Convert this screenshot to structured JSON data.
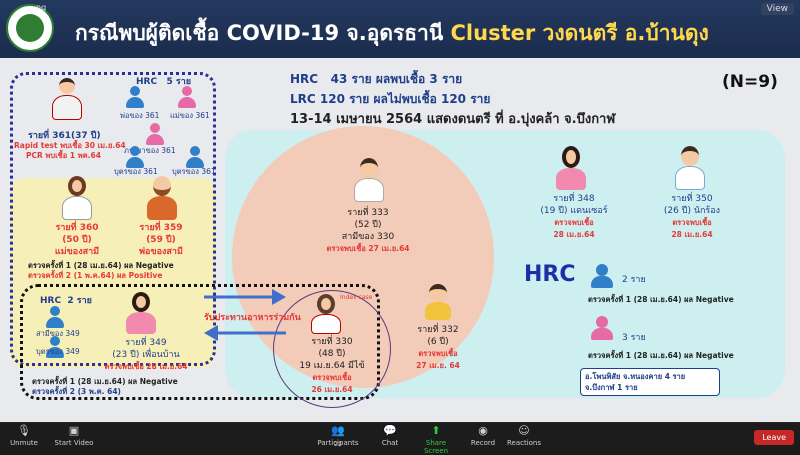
{
  "header": {
    "view_label": "View",
    "title_main": "กรณีพบผู้ติดเชื้อ COVID-19 จ.อุดรธานี",
    "title_cluster": "Cluster วงดนตรี อ.บ้านดุง",
    "small_label": "ng"
  },
  "info": {
    "line1": "HRC   43 ราย ผลพบเชื้อ 3 ราย",
    "line2": "LRC 120 ราย ผลไม่พบเชื้อ 120 ราย",
    "line3": "13-14 เมษายน 2564 แสดงดนตรี ที่ อ.บุ่งคล้า จ.บึงกาฬ",
    "n_label": "(N=9)"
  },
  "left_box": {
    "hrc_label": "HRC   5 ราย",
    "family": [
      "พ่อของ 361",
      "แม่ของ 361",
      "ภรรยาของ 361",
      "บุตรของ 361",
      "บุตรของ 361"
    ],
    "case361": {
      "name": "รายที่ 361(37 ปี)",
      "rapid": "Rapid test พบเชื้อ 30 เม.ย.64",
      "pcr": "PCR พบเชื้อ 1 พค.64"
    }
  },
  "yellow_box": {
    "case360": {
      "name": "รายที่ 360",
      "age": "(50 ปี)",
      "role": "แม่ของสามี"
    },
    "case359": {
      "name": "รายที่ 359",
      "age": "(59 ปี)",
      "role": "พ่อของสามี"
    },
    "test1": "ตรวจครั้งที่ 1 (28 เม.ย.64) ผล Negative",
    "test2": "ตรวจครั้งที่ 2 (1 พ.ค.64) ผล Positive"
  },
  "dotted_box": {
    "hrc_label": "HRC  2 ราย",
    "contacts": [
      "สามีของ 349",
      "บุตรของ 349"
    ],
    "case349": {
      "name": "รายที่ 349",
      "age": "(23 ปี) เพื่อนบ้าน",
      "found": "ตรวจพบเชื้อ 28 เม.ย.64"
    },
    "test1": "ตรวจครั้งที่ 1 (28 เม.ย.64) ผล Negative",
    "test2": "ตรวจครั้งที่ 2 (3 พ.ค. 64)"
  },
  "arrow_label": "รับประทานอาหารร่วมกัน",
  "circle": {
    "case333": {
      "name": "รายที่ 333",
      "age": "(52 ปี)",
      "role": "สามีของ 330",
      "found": "ตรวจพบเชื้อ 27 เม.ย.64"
    },
    "case330": {
      "index_label": "Index case",
      "name": "รายที่ 330",
      "age": "(48 ปี)",
      "onset": "19 เม.ย.64 มีไข้",
      "found_label": "ตรวจพบเชื้อ",
      "found_date": "26 เม.ย.64"
    },
    "case332": {
      "name": "รายที่ 332",
      "age": "(6 ปี)",
      "found_label": "ตรวจพบเชื้อ",
      "found_date": "27 เม.ย. 64"
    }
  },
  "right": {
    "case348": {
      "name": "รายที่ 348",
      "age": "(19 ปี) แดนเซอร์",
      "found_label": "ตรวจพบเชื้อ",
      "found_date": "28 เม.ย.64"
    },
    "case350": {
      "name": "รายที่ 350",
      "age": "(26 ปี) นักร้อง",
      "found_label": "ตรวจพบเชื้อ",
      "found_date": "28 เม.ย.64"
    },
    "hrc_big": "HRC",
    "group_male": {
      "count": "2 ราย",
      "test": "ตรวจครั้งที่ 1 (28 เม.ย.64) ผล Negative"
    },
    "group_female": {
      "count": "3 ราย",
      "test": "ตรวจครั้งที่ 1 (28 เม.ย.64) ผล Negative"
    },
    "note1": "อ.โพนพิสัย จ.หนองคาย 4 ราย",
    "note2": "จ.บึงกาฬ 1 ราย"
  },
  "toolbar": {
    "unmute": "Unmute",
    "start_video": "Start Video",
    "participants": "Participants",
    "participants_count": "22",
    "chat": "Chat",
    "share_screen": "Share Screen",
    "record": "Record",
    "reactions": "Reactions",
    "leave": "Leave"
  },
  "colors": {
    "header_bg": "#1b2c4d",
    "title_yellow": "#ffd84d",
    "text_blue": "#1f3f8a",
    "text_red": "#e53935",
    "circle_peach": "#f2cbb9",
    "panel_cyan": "#cdeff0",
    "box_yellow": "#f7efb8",
    "share_green": "#2ecc40",
    "leave_red": "#c62828"
  }
}
